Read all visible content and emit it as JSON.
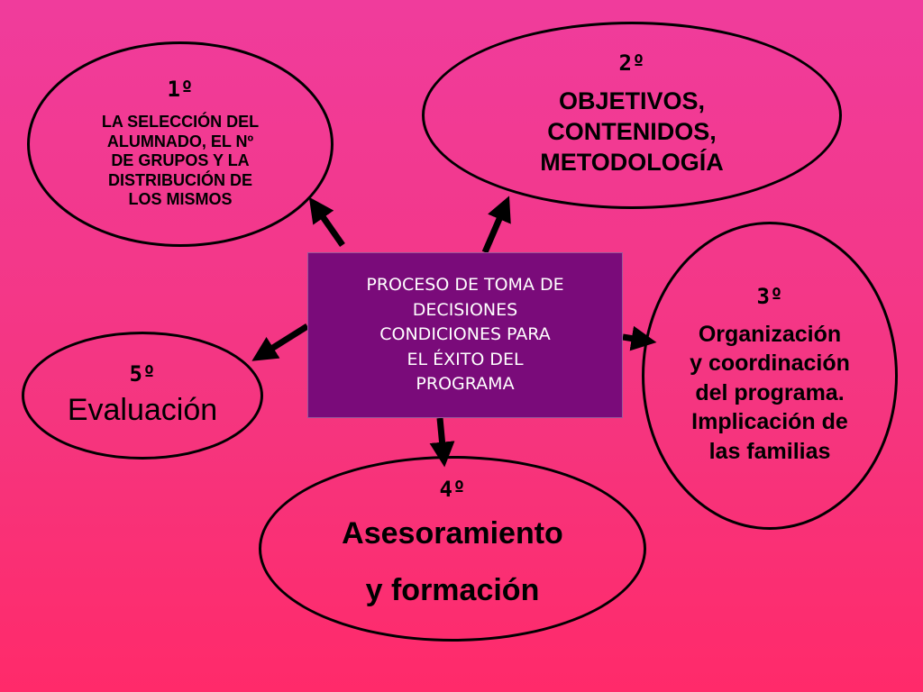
{
  "center": {
    "text": "PROCESO DE TOMA DE\nDECISIONES\nCONDICIONES PARA\nEL ÉXITO DEL\nPROGRAMA"
  },
  "nodes": {
    "n1": {
      "number": "1º",
      "text": "LA SELECCIÓN DEL\nALUMNADO, EL Nº\nDE GRUPOS Y LA\nDISTRIBUCIÓN DE\nLOS MISMOS"
    },
    "n2": {
      "number": "2º",
      "text": "OBJETIVOS,\nCONTENIDOS,\nMETODOLOGÍA"
    },
    "n3": {
      "number": "3º",
      "text": "Organización\ny coordinación\ndel programa.\nImplicación de\nlas familias"
    },
    "n4": {
      "number": "4º",
      "text": "Asesoramiento\ny formación"
    },
    "n5": {
      "number": "5º",
      "text": "Evaluación"
    }
  },
  "colors": {
    "background": "#f5357f",
    "center_box": "#7a0b7a",
    "center_text": "#ffffff",
    "outline": "#000000"
  }
}
